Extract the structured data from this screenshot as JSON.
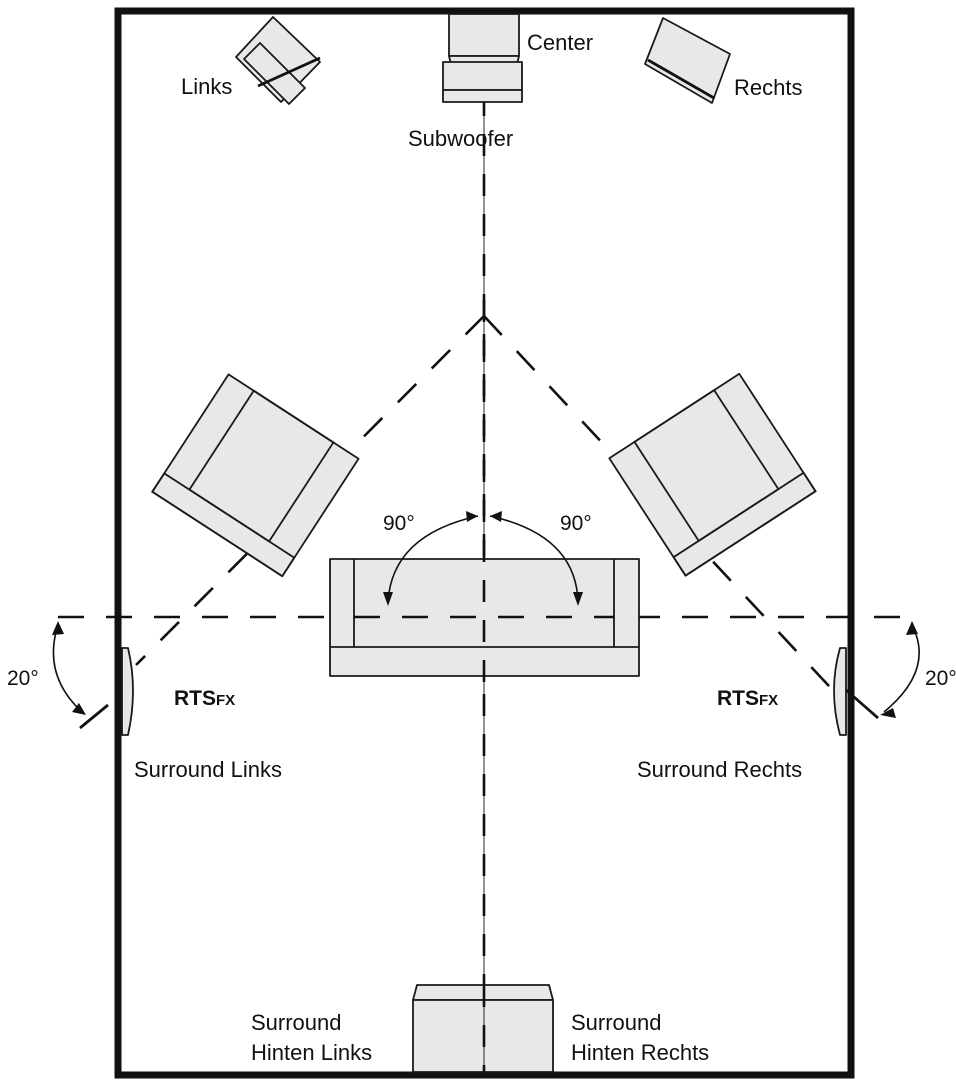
{
  "labels": {
    "links": "Links",
    "center": "Center",
    "rechts": "Rechts",
    "subwoofer": "Subwoofer",
    "surround_links": "Surround Links",
    "surround_rechts": "Surround Rechts",
    "surround_hinten_links_1": "Surround",
    "surround_hinten_links_2": "Hinten Links",
    "surround_hinten_rechts_1": "Surround",
    "surround_hinten_rechts_2": "Hinten Rechts"
  },
  "angles": {
    "left_90": "90°",
    "right_90": "90°",
    "left_20": "20°",
    "right_20": "20°"
  },
  "brand": {
    "left_main": "RTS",
    "left_sub": "FX",
    "right_main": "RTS",
    "right_sub": "FX"
  },
  "colors": {
    "fill": "#e7e8ea",
    "line": "#111111",
    "background": "#ffffff"
  }
}
